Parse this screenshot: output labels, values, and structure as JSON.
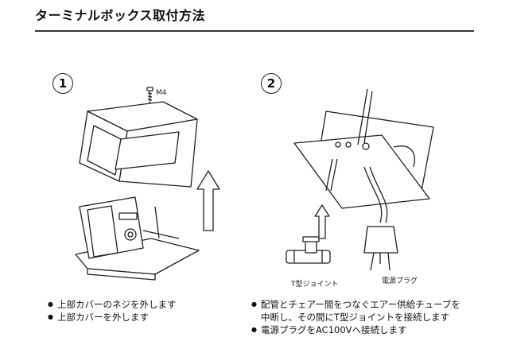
{
  "title": "ターミナルボックス取付方法",
  "steps": [
    {
      "number": "1",
      "screw_label": "M4",
      "instructions": [
        "上部カバーのネジを外します",
        "上部カバーを外します"
      ]
    },
    {
      "number": "2",
      "tjoint_label": "T型ジョイント",
      "plug_label": "電源プラグ",
      "instructions": [
        "配管とチェアー間をつなぐエアー供給チューブを\n中断し、その間にT型ジョイントを接続します",
        "電源プラグをAC100Vへ接続します"
      ]
    }
  ]
}
